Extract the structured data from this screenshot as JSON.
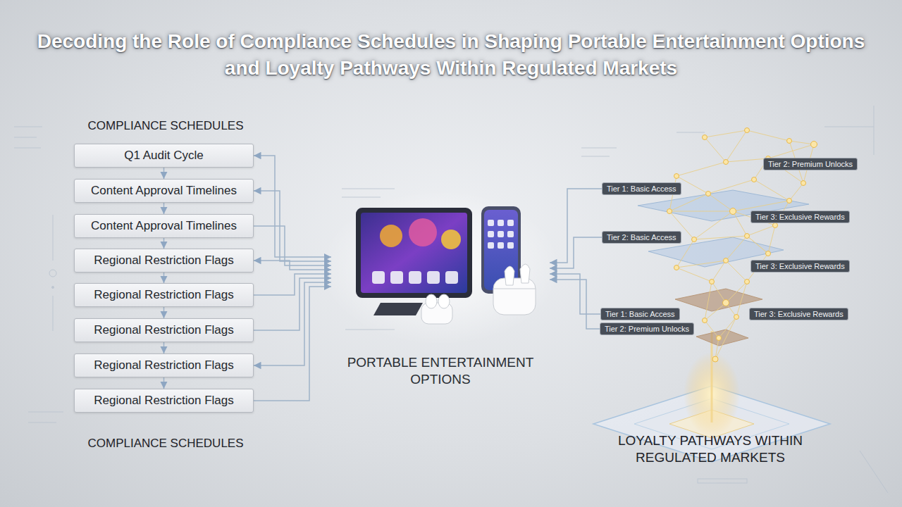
{
  "diagram": {
    "title": "Decoding the Role of Compliance Schedules in Shaping Portable Entertainment Options and Loyalty Pathways Within Regulated Markets",
    "nodes": [
      {
        "text": [
          "Q1 Audit Cycle"
        ]
      },
      {
        "text": [
          "Content Approval Timelines"
        ]
      },
      {
        "text": [
          "Content Approval Timelines"
        ]
      },
      {
        "text": [
          "Regional Restriction Flags"
        ]
      },
      {
        "text": [
          "Regional Restriction Flags"
        ]
      },
      {
        "text": [
          "Regional Restriction Flags"
        ]
      },
      {
        "text": [
          "Regional Restriction Flags"
        ]
      },
      {
        "text": [
          "Regional Restriction Flags"
        ]
      },
      {
        "text": [
          "PORTABLE ENTERTAINMENT OPTIONS"
        ]
      },
      {
        "text": [
          "Tier 2: Premium Unlocks"
        ]
      },
      {
        "text": [
          "Tier 1: Basic Access"
        ]
      },
      {
        "text": [
          "Tier 3: Exclusive Rewards"
        ]
      },
      {
        "text": [
          "Tier 2: Basic Access"
        ]
      },
      {
        "text": [
          "Tier 3: Exclusive Rewards"
        ]
      },
      {
        "text": [
          "Tier 1: Basic Access"
        ]
      },
      {
        "text": [
          "Tier 3: Exclusive Rewards"
        ]
      },
      {
        "text": [
          "Tier 2: Premium Unlocks"
        ]
      }
    ],
    "edges": [
      {
        "from": 0,
        "to": 1,
        "arrow": "to"
      },
      {
        "from": 1,
        "to": 2,
        "arrow": "to"
      },
      {
        "from": 2,
        "to": 3,
        "arrow": "to"
      },
      {
        "from": 3,
        "to": 4,
        "arrow": "to"
      },
      {
        "from": 4,
        "to": 5,
        "arrow": "to"
      },
      {
        "from": 5,
        "to": 6,
        "arrow": "to"
      },
      {
        "from": 6,
        "to": 7,
        "arrow": "to"
      },
      {
        "from": 0,
        "to": 8,
        "arrow": "both"
      },
      {
        "from": 1,
        "to": 8,
        "arrow": "both"
      },
      {
        "from": 2,
        "to": 8,
        "arrow": "to"
      },
      {
        "from": 3,
        "to": 8,
        "arrow": "both"
      },
      {
        "from": 4,
        "to": 8,
        "arrow": "to"
      },
      {
        "from": 5,
        "to": 8,
        "arrow": "to"
      },
      {
        "from": 6,
        "to": 8,
        "arrow": "both"
      },
      {
        "from": 7,
        "to": 8,
        "arrow": "to"
      },
      {
        "from": 10,
        "to": 8,
        "arrow": "to"
      },
      {
        "from": 12,
        "to": 8,
        "arrow": "to"
      },
      {
        "from": 14,
        "to": 8,
        "arrow": "to"
      },
      {
        "from": 16,
        "to": 8,
        "arrow": "to"
      }
    ],
    "labels": [
      "COMPLIANCE SCHEDULES",
      "COMPLIANCE SCHEDULES",
      "LOYALTY PATHWAYS WITHIN REGULATED MARKETS"
    ]
  }
}
